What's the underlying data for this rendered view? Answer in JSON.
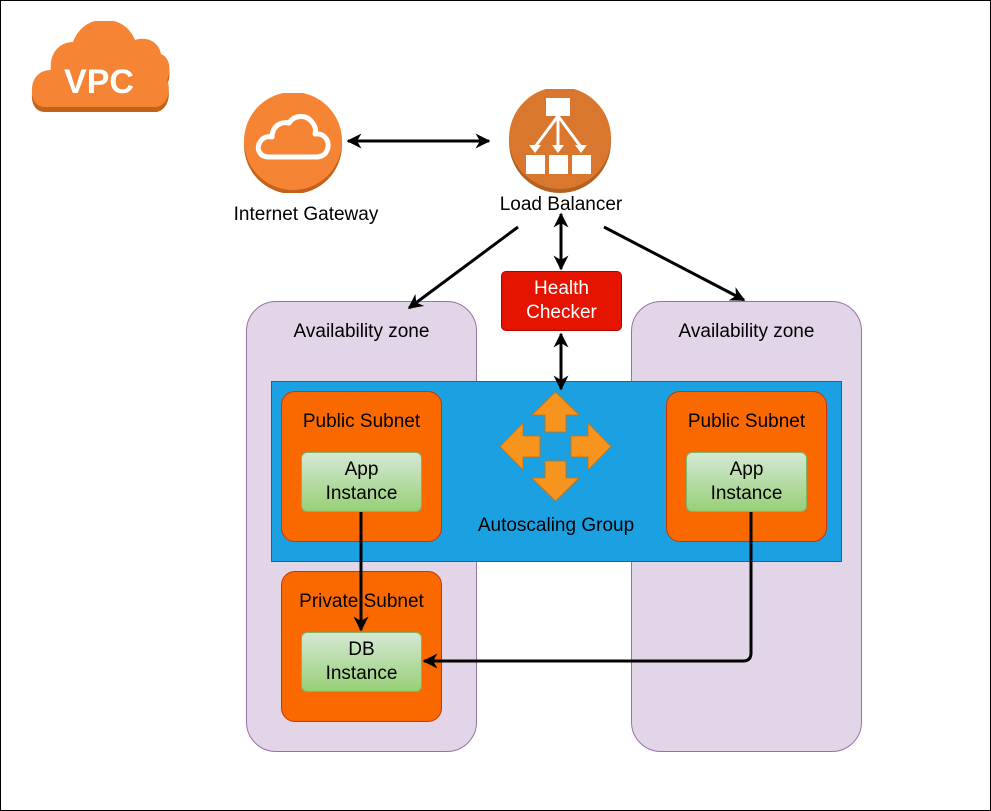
{
  "vpc": {
    "badge": "VPC",
    "icon": "vpc-cloud-icon",
    "color": "#f58534"
  },
  "internet_gateway": {
    "label": "Internet Gateway",
    "icon": "cloud-icon",
    "color": "#f58534"
  },
  "load_balancer": {
    "label": "Load Balancer",
    "icon": "load-balancer-icon",
    "color": "#d9772e"
  },
  "health_checker": {
    "line1": "Health",
    "line2": "Checker",
    "color": "#e51400"
  },
  "zones": [
    {
      "label": "Availability zone"
    },
    {
      "label": "Availability zone"
    }
  ],
  "autoscaling": {
    "label": "Autoscaling Group",
    "icon": "autoscaling-arrows-icon",
    "color": "#1ba1e2"
  },
  "subnets": {
    "public_left": {
      "label": "Public Subnet"
    },
    "public_right": {
      "label": "Public Subnet"
    },
    "private_left": {
      "label": "Private Subnet"
    }
  },
  "instances": {
    "app_left": {
      "line1": "App",
      "line2": "Instance"
    },
    "app_right": {
      "line1": "App",
      "line2": "Instance"
    },
    "db_left": {
      "line1": "DB",
      "line2": "Instance"
    }
  },
  "connectors": [
    {
      "from": "Internet Gateway",
      "to": "Load Balancer",
      "direction": "both"
    },
    {
      "from": "Load Balancer",
      "to": "Availability zone (left)",
      "direction": "forward"
    },
    {
      "from": "Load Balancer",
      "to": "Availability zone (right)",
      "direction": "forward"
    },
    {
      "from": "Load Balancer",
      "to": "Health Checker",
      "direction": "both"
    },
    {
      "from": "Health Checker",
      "to": "Autoscaling Group",
      "direction": "both"
    },
    {
      "from": "App Instance (left)",
      "to": "DB Instance",
      "direction": "forward"
    },
    {
      "from": "App Instance (right)",
      "to": "DB Instance",
      "direction": "forward"
    }
  ]
}
